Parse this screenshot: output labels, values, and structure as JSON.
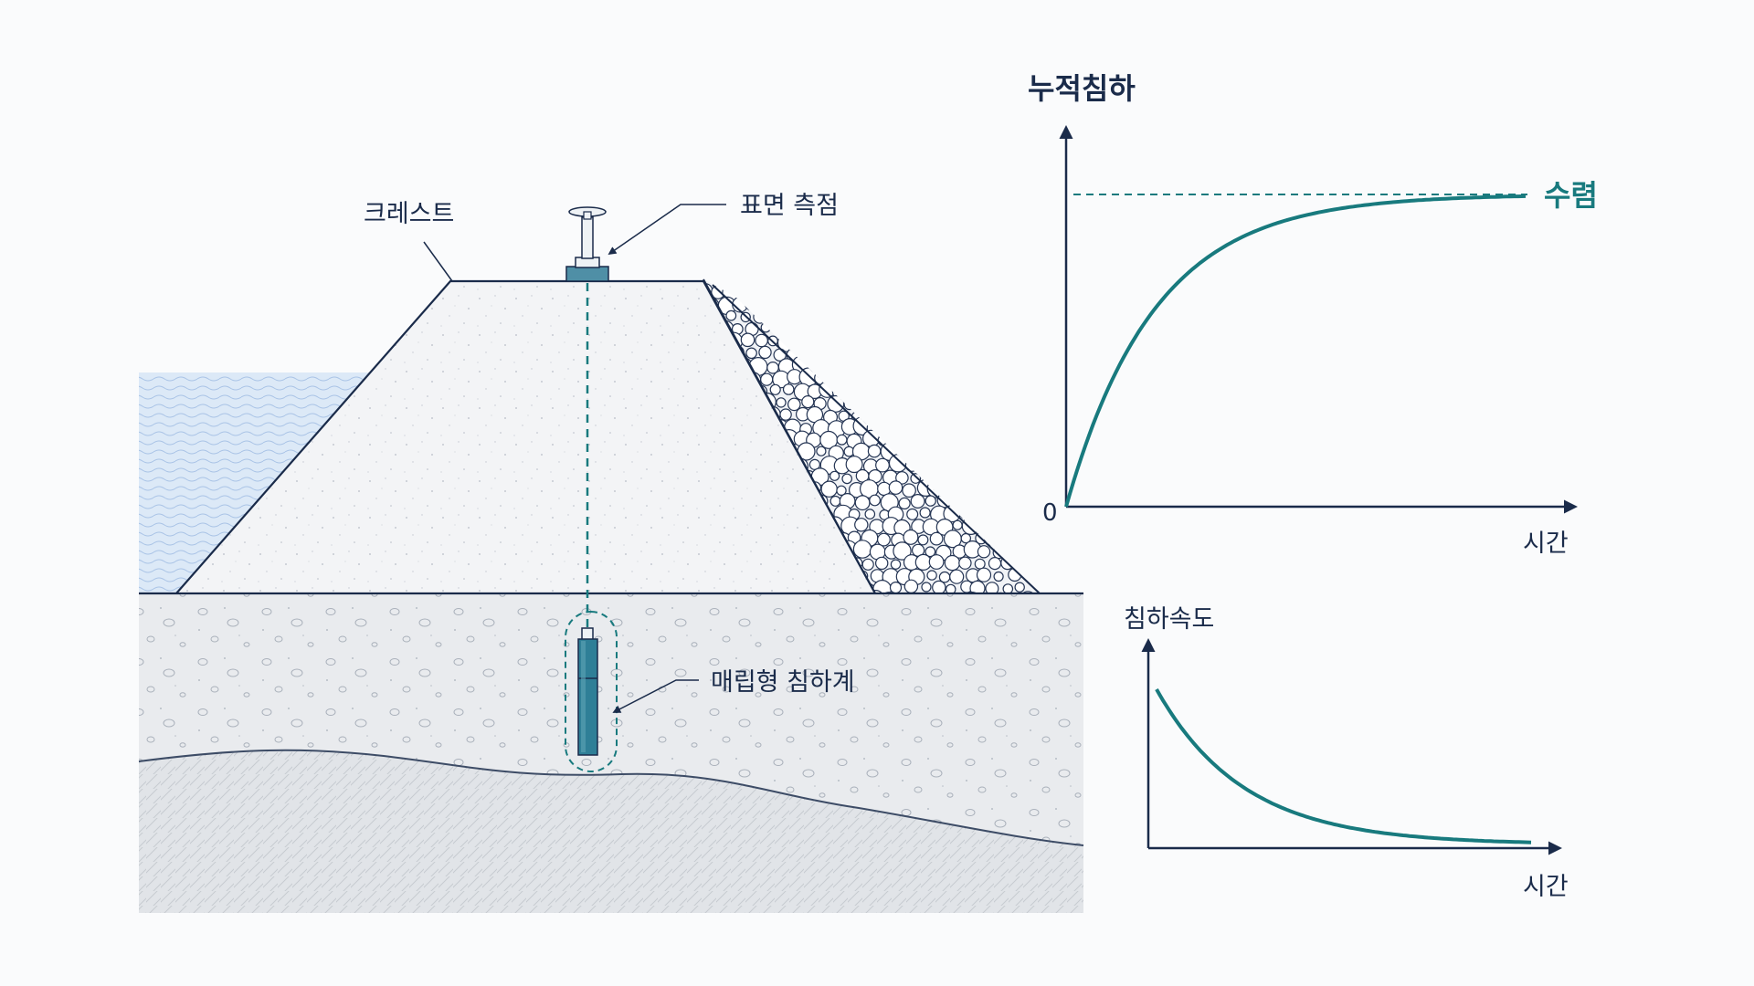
{
  "labels": {
    "crest": "크레스트",
    "surface_point": "표면 측점",
    "buried_gauge": "매립형 침하계"
  },
  "cumulative_chart": {
    "y_label": "누적침하",
    "x_label": "시간",
    "origin": "0",
    "asymptote_label": "수렴"
  },
  "rate_chart": {
    "y_label": "침하속도",
    "x_label": "시간"
  },
  "colors": {
    "navy": "#1a2b4a",
    "teal": "#187a7e",
    "water": "#dce9f7",
    "embankment": "#f3f4f6",
    "ground": "#e9ebee"
  }
}
